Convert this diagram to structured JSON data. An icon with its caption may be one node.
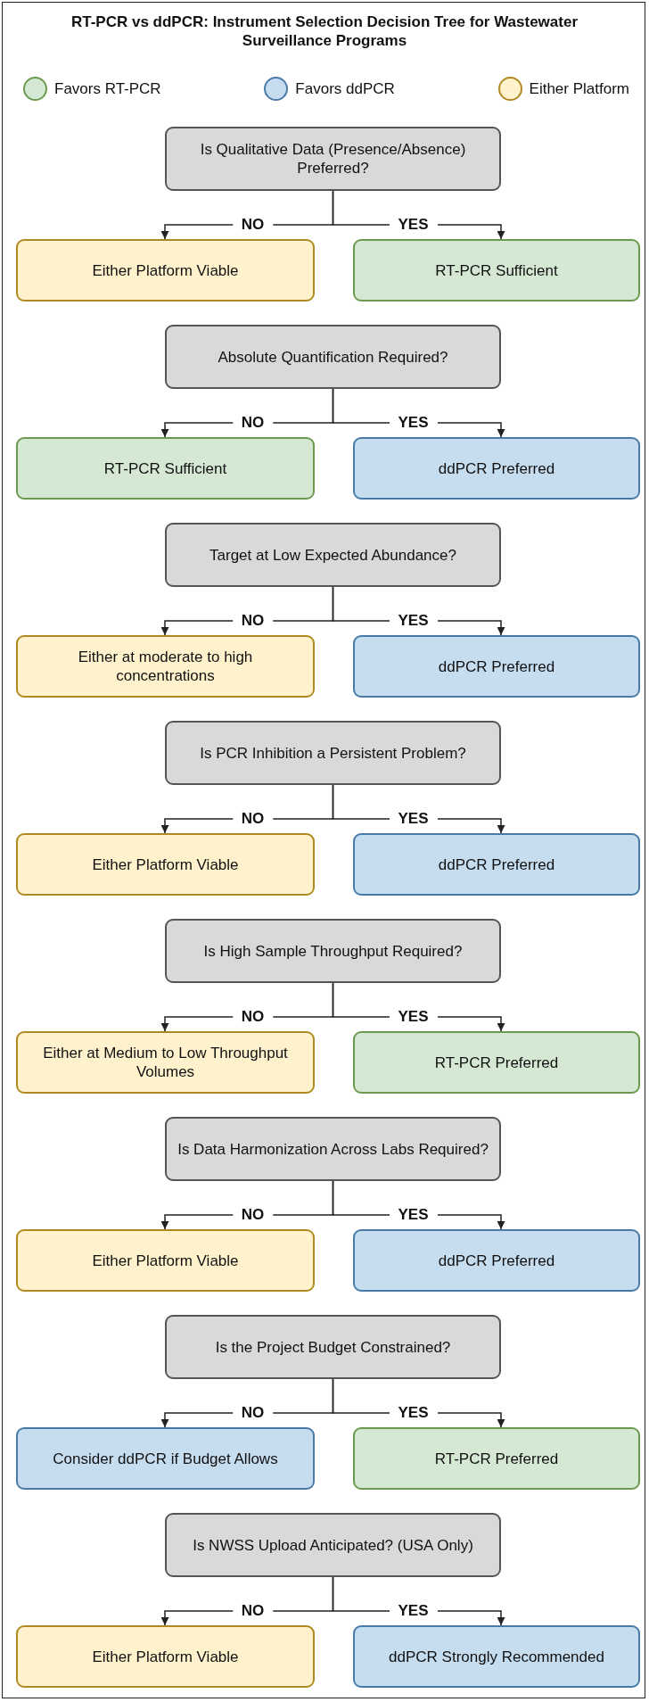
{
  "diagram": {
    "title": "RT-PCR vs ddPCR: Instrument Selection Decision Tree for Wastewater Surveillance Programs",
    "nodes": [
      {
        "text": [
          "Is Qualitative Data (Presence/Absence) Preferred?"
        ]
      },
      {
        "text": [
          "Either Platform Viable"
        ]
      },
      {
        "text": [
          "RT-PCR Sufficient"
        ]
      },
      {
        "text": [
          "Absolute Quantification Required?"
        ]
      },
      {
        "text": [
          "RT-PCR Sufficient"
        ]
      },
      {
        "text": [
          "ddPCR Preferred"
        ]
      },
      {
        "text": [
          "Target at Low Expected Abundance?"
        ]
      },
      {
        "text": [
          "Either at moderate to high concentrations"
        ]
      },
      {
        "text": [
          "ddPCR Preferred"
        ]
      },
      {
        "text": [
          "Is PCR Inhibition a Persistent Problem?"
        ]
      },
      {
        "text": [
          "Either Platform Viable"
        ]
      },
      {
        "text": [
          "ddPCR Preferred"
        ]
      },
      {
        "text": [
          "Is High Sample Throughput Required?"
        ]
      },
      {
        "text": [
          "Either at Medium to Low Throughput Volumes"
        ]
      },
      {
        "text": [
          "RT-PCR Preferred"
        ]
      },
      {
        "text": [
          "Is Data Harmonization Across Labs Required?"
        ]
      },
      {
        "text": [
          "Either Platform Viable"
        ]
      },
      {
        "text": [
          "ddPCR Preferred"
        ]
      },
      {
        "text": [
          "Is the Project Budget Constrained?"
        ]
      },
      {
        "text": [
          "Consider ddPCR if Budget Allows"
        ]
      },
      {
        "text": [
          "RT-PCR Preferred"
        ]
      },
      {
        "text": [
          "Is NWSS Upload Anticipated? (USA Only)"
        ]
      },
      {
        "text": [
          "Either Platform Viable"
        ]
      },
      {
        "text": [
          "ddPCR Strongly Recommended"
        ]
      }
    ],
    "edges": [
      {
        "from": 0,
        "to": 1,
        "arrow": "to",
        "label": "NO"
      },
      {
        "from": 0,
        "to": 2,
        "arrow": "to",
        "label": "YES"
      },
      {
        "from": 3,
        "to": 4,
        "arrow": "to",
        "label": "NO"
      },
      {
        "from": 3,
        "to": 5,
        "arrow": "to",
        "label": "YES"
      },
      {
        "from": 6,
        "to": 7,
        "arrow": "to",
        "label": "NO"
      },
      {
        "from": 6,
        "to": 8,
        "arrow": "to",
        "label": "YES"
      },
      {
        "from": 9,
        "to": 10,
        "arrow": "to",
        "label": "NO"
      },
      {
        "from": 9,
        "to": 11,
        "arrow": "to",
        "label": "YES"
      },
      {
        "from": 12,
        "to": 13,
        "arrow": "to",
        "label": "NO"
      },
      {
        "from": 12,
        "to": 14,
        "arrow": "to",
        "label": "YES"
      },
      {
        "from": 15,
        "to": 16,
        "arrow": "to",
        "label": "NO"
      },
      {
        "from": 15,
        "to": 17,
        "arrow": "to",
        "label": "YES"
      },
      {
        "from": 18,
        "to": 19,
        "arrow": "to",
        "label": "NO"
      },
      {
        "from": 18,
        "to": 20,
        "arrow": "to",
        "label": "YES"
      },
      {
        "from": 21,
        "to": 22,
        "arrow": "to",
        "label": "NO"
      },
      {
        "from": 21,
        "to": 23,
        "arrow": "to",
        "label": "YES"
      }
    ],
    "legend": [
      {
        "text": "Favors RT-PCR",
        "color": "#d5e8d4"
      },
      {
        "text": "Favors ddPCR",
        "color": "#c6dcef"
      },
      {
        "text": "Either Platform",
        "color": "#fff2cc"
      }
    ]
  }
}
